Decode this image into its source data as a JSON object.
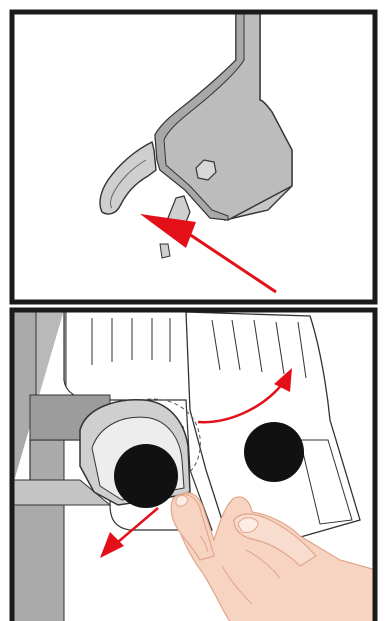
{
  "panels": [
    {
      "id": "panel-top",
      "step": 1
    },
    {
      "id": "panel-bottom",
      "step": 2
    }
  ],
  "colors": {
    "border": "#1a1a1a",
    "metal": "#bdbdbd",
    "metal_dark": "#8e8e8e",
    "arrow": "#e3101a",
    "skin": "#f7d3c1",
    "skin_line": "#e9a98f",
    "knob": "#111111",
    "outline": "#333333"
  },
  "icons": [
    "arrow-red-icon",
    "knob-icon",
    "hand-icon"
  ]
}
